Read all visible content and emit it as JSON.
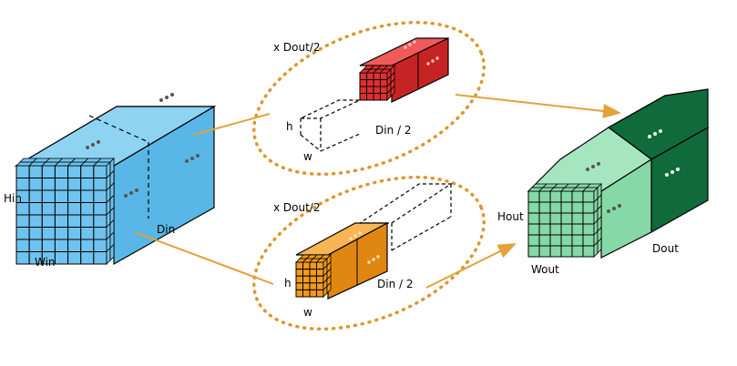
{
  "input_block": {
    "height_label": "Hin",
    "width_label": "Win",
    "depth_label": "Din",
    "colors": {
      "front": "#6fc3ee",
      "top": "#8fd3f3",
      "side": "#58b7e6"
    }
  },
  "top_group": {
    "repeat_label": "x Dout/2",
    "h_label": "h",
    "w_label": "w",
    "depth_label": "Din / 2",
    "colors": {
      "front": "#e02f2f",
      "top": "#f05a5a",
      "side": "#c62424"
    }
  },
  "bottom_group": {
    "repeat_label": "x Dout/2",
    "h_label": "h",
    "w_label": "w",
    "depth_label": "Din / 2",
    "colors": {
      "front": "#f29a1e",
      "top": "#f7b553",
      "side": "#e08712"
    }
  },
  "output_block": {
    "height_label": "Hout",
    "width_label": "Wout",
    "depth_label": "Dout",
    "colors": {
      "light_front": "#86d8a7",
      "light_top": "#a6e6bf",
      "dark": "#0f6b3a",
      "dark_top": "#1a8047"
    }
  },
  "arrow_color": "#e3a13a",
  "ellipse_color": "#e0952a"
}
